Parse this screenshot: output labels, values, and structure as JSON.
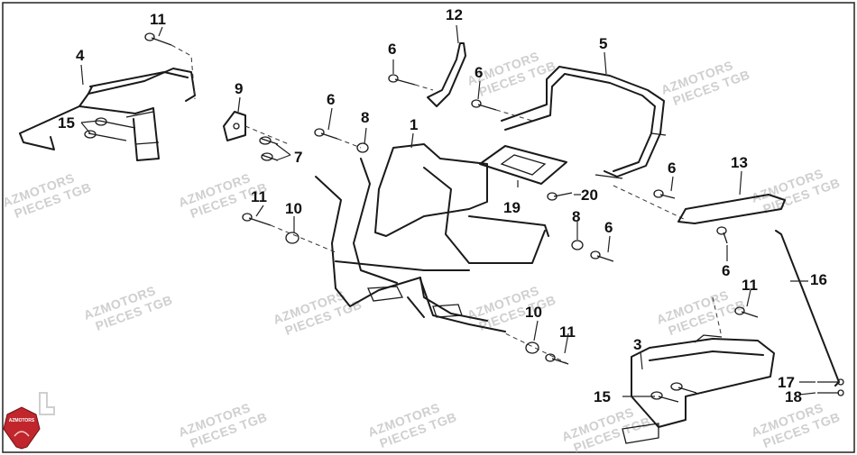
{
  "watermark": {
    "line1": "AZMOTORS",
    "line2": "PIECES TGB"
  },
  "logo": {
    "text": "AZMOTORS",
    "color": "#c0262c"
  },
  "callouts": [
    "1",
    "3",
    "4",
    "5",
    "6",
    "7",
    "8",
    "9",
    "10",
    "11",
    "12",
    "13",
    "15",
    "16",
    "17",
    "18",
    "19",
    "20"
  ]
}
